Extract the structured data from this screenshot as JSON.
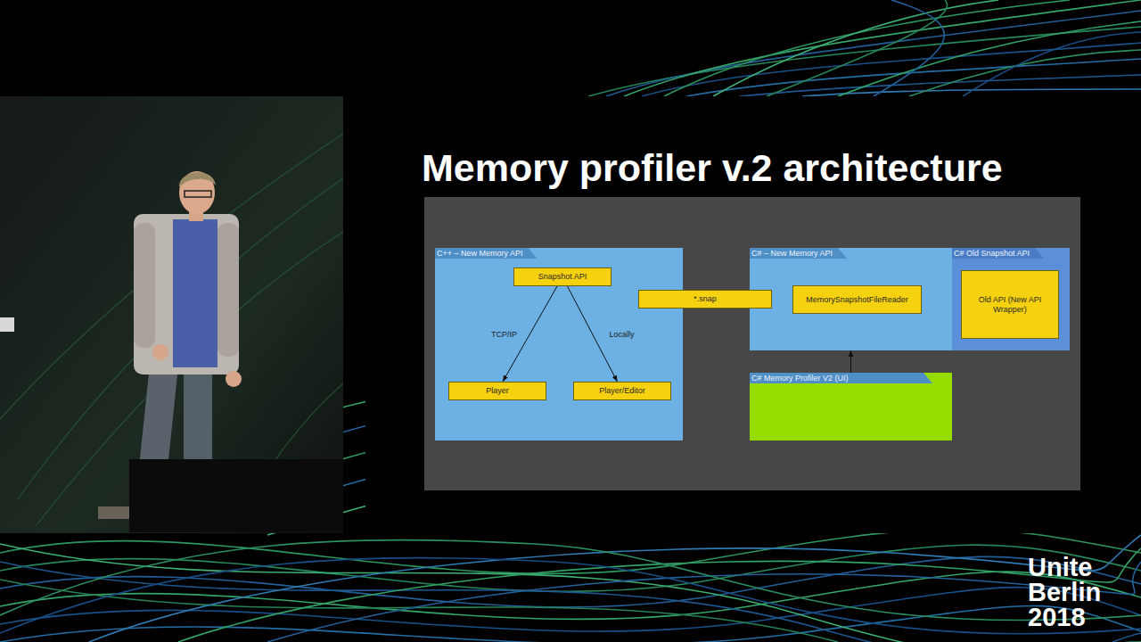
{
  "diagram": {
    "title": "Memory profiler v.2 architecture",
    "nodes": [
      {
        "text": [
          "C++ – New Memory API"
        ]
      },
      {
        "text": [
          "Snapshot API"
        ],
        "in": 0
      },
      {
        "text": [
          "Player"
        ],
        "in": 0
      },
      {
        "text": [
          "Player/Editor"
        ],
        "in": 0
      },
      {
        "text": [
          "*.snap"
        ]
      },
      {
        "text": [
          "C# – New Memory API"
        ]
      },
      {
        "text": [
          "MemorySnapshotFileReader"
        ],
        "in": 5
      },
      {
        "text": [
          "C# Old Snapshot API"
        ]
      },
      {
        "text": [
          "Old API (New API Wrapper)"
        ],
        "in": 7
      },
      {
        "text": [
          "C# Memory Profiler V2 (UI)"
        ]
      }
    ],
    "edges": [
      {
        "from": 1,
        "to": 2,
        "label": "TCP/IP",
        "arrow": "to"
      },
      {
        "from": 1,
        "to": 3,
        "label": "Locally",
        "arrow": "to"
      },
      {
        "from": 9,
        "to": 5,
        "arrow": "to"
      }
    ],
    "labels": [
      "Unite Berlin 2018"
    ]
  }
}
